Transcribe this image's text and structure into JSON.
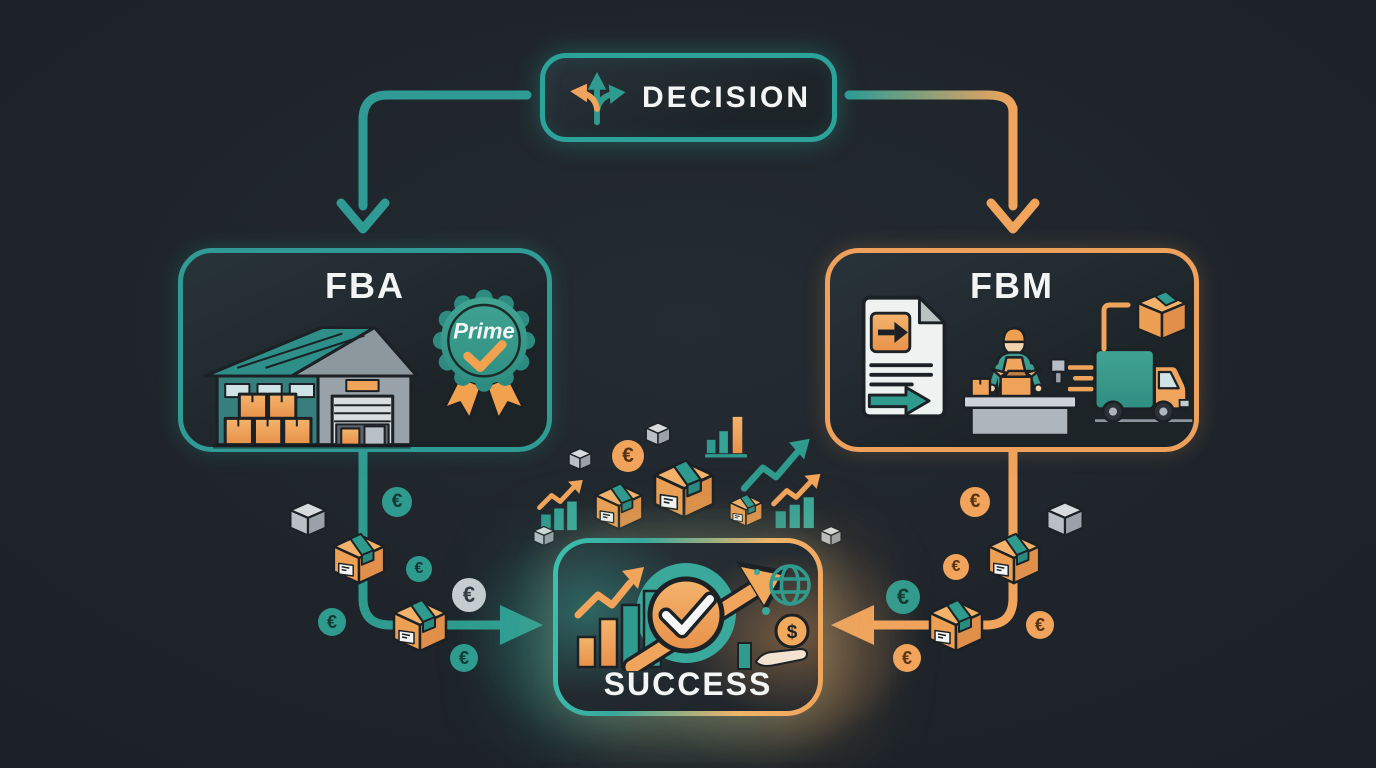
{
  "page": {
    "background": "#1e242a"
  },
  "colors": {
    "teal": "#2f9b94",
    "teal_bright": "#3fbfae",
    "orange": "#f0a45c",
    "orange_deep": "#e8944a",
    "text": "#f3f5f5",
    "box_fill": "#232a31"
  },
  "nodes": {
    "decision": {
      "label": "DECISION"
    },
    "fba": {
      "label": "FBA",
      "badge_label": "Prime"
    },
    "fbm": {
      "label": "FBM"
    },
    "success": {
      "label": "SUCCESS"
    }
  },
  "symbols": {
    "euro": "€",
    "dollar": "$"
  },
  "icons": {
    "branching-arrows-icon": "three-way split arrows",
    "warehouse-icon": "warehouse with stacked boxes",
    "prime-badge-icon": "rosette badge with checkmark and ribbons",
    "document-icon": "packing slip with arrows",
    "packer-icon": "seller packing a box at counter",
    "truck-icon": "delivery truck with speed lines",
    "package-icon": "cardboard box with teal tape",
    "euro-coin-icon": "euro coin",
    "dollar-coin-icon": "dollar coin",
    "globe-icon": "wireframe globe",
    "growth-arrow-icon": "zigzag rising arrow",
    "bar-chart-icon": "ascending bar chart",
    "checkmark-icon": "checkmark in circle",
    "hand-icon": "open hand",
    "cube-icon": "small gray cube"
  }
}
